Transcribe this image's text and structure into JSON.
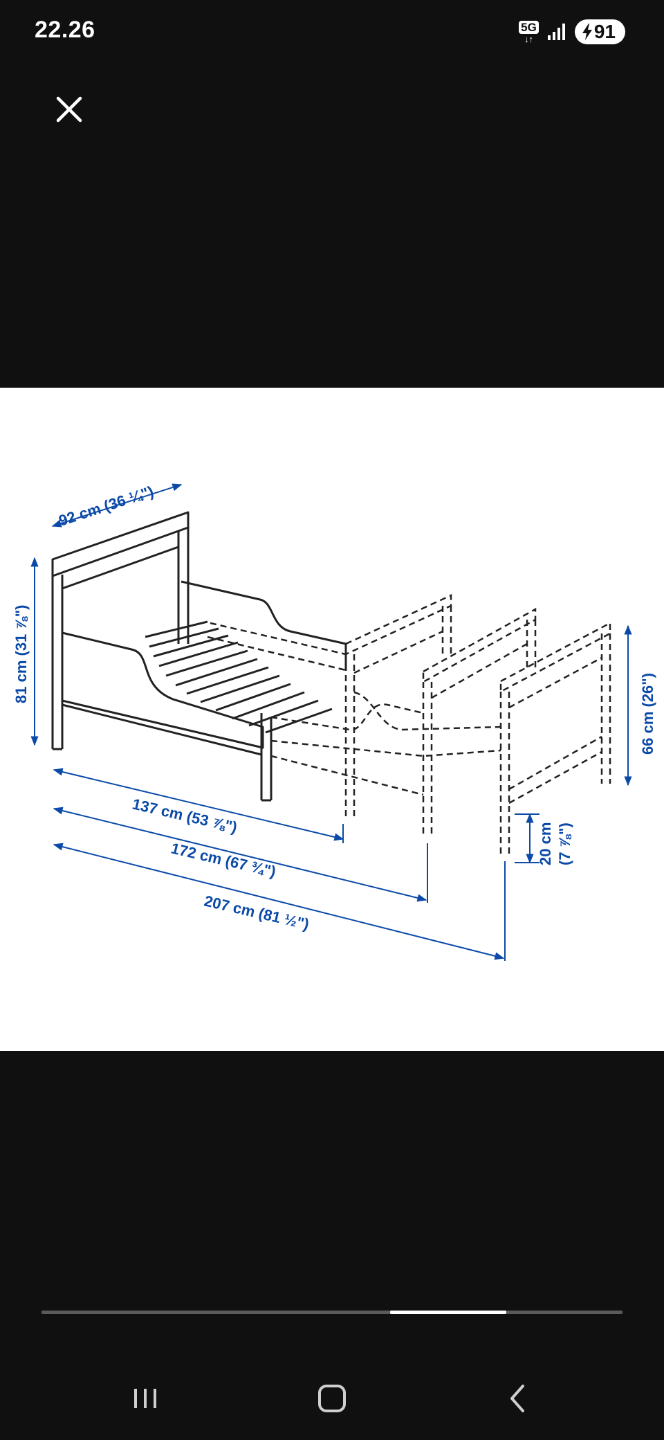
{
  "status": {
    "time": "22.26",
    "network_label": "5G",
    "battery_level": "91",
    "battery_icon": "lightning-bolt-icon"
  },
  "viewer": {
    "close_icon": "close-icon",
    "image_index": 4,
    "image_count": 5
  },
  "drawing": {
    "width_label": "92 cm (36 ¼\")",
    "height_label": "81 cm (31 ⅞\")",
    "ext_height_label": "66 cm (26\")",
    "leg_height_label_line1": "20 cm",
    "leg_height_label_line2": "(7 ⅞\")",
    "length_short_label": "137 cm (53 ⅞\")",
    "length_mid_label": "172 cm (67 ¾\")",
    "length_long_label": "207 cm (81 ½\")"
  },
  "colors": {
    "background": "#101010",
    "dimension_blue": "#0b4aa8",
    "line_art": "#222222"
  },
  "nav": {
    "recent_icon": "recent-apps-icon",
    "home_icon": "home-icon",
    "back_icon": "back-icon"
  }
}
